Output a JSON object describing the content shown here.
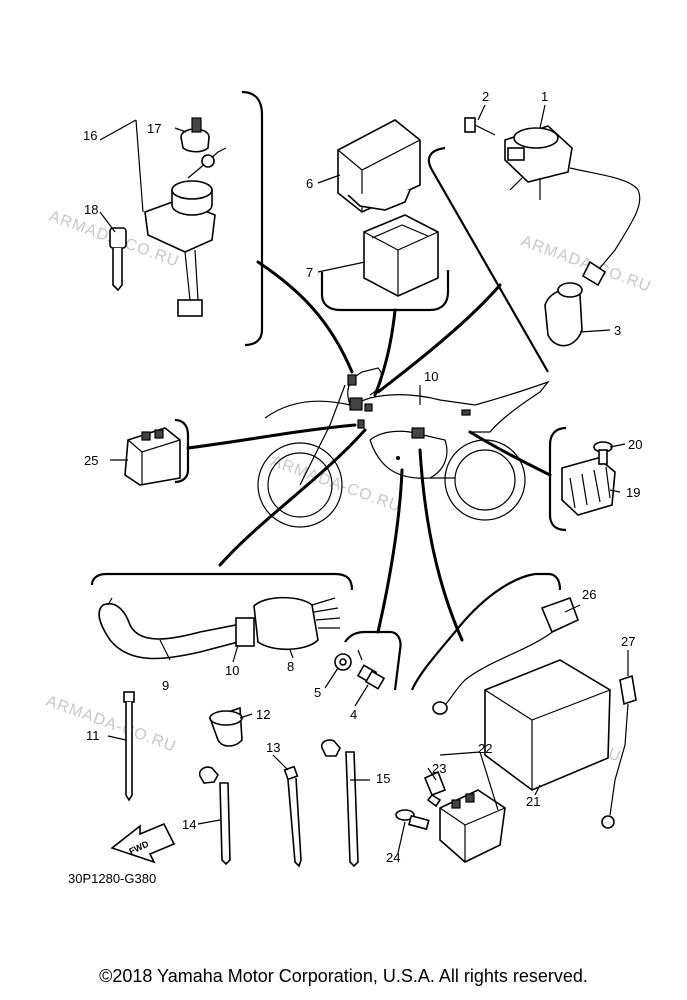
{
  "watermark": "ARMADA-CO.RU",
  "diagram_code": "30P1280-G380",
  "fwd_label": "FWD",
  "copyright": "©2018 Yamaha Motor Corporation, U.S.A. All rights reserved.",
  "callouts": {
    "p1": "1",
    "p2": "2",
    "p3": "3",
    "p4": "4",
    "p5": "5",
    "p6": "6",
    "p7": "7",
    "p8": "8",
    "p9": "9",
    "p10a": "10",
    "p10b": "10",
    "p11": "11",
    "p12": "12",
    "p13": "13",
    "p14": "14",
    "p15": "15",
    "p16": "16",
    "p17": "17",
    "p18": "18",
    "p19": "19",
    "p20": "20",
    "p21": "21",
    "p22": "22",
    "p23": "23",
    "p24": "24",
    "p25": "25",
    "p26": "26",
    "p27": "27"
  }
}
